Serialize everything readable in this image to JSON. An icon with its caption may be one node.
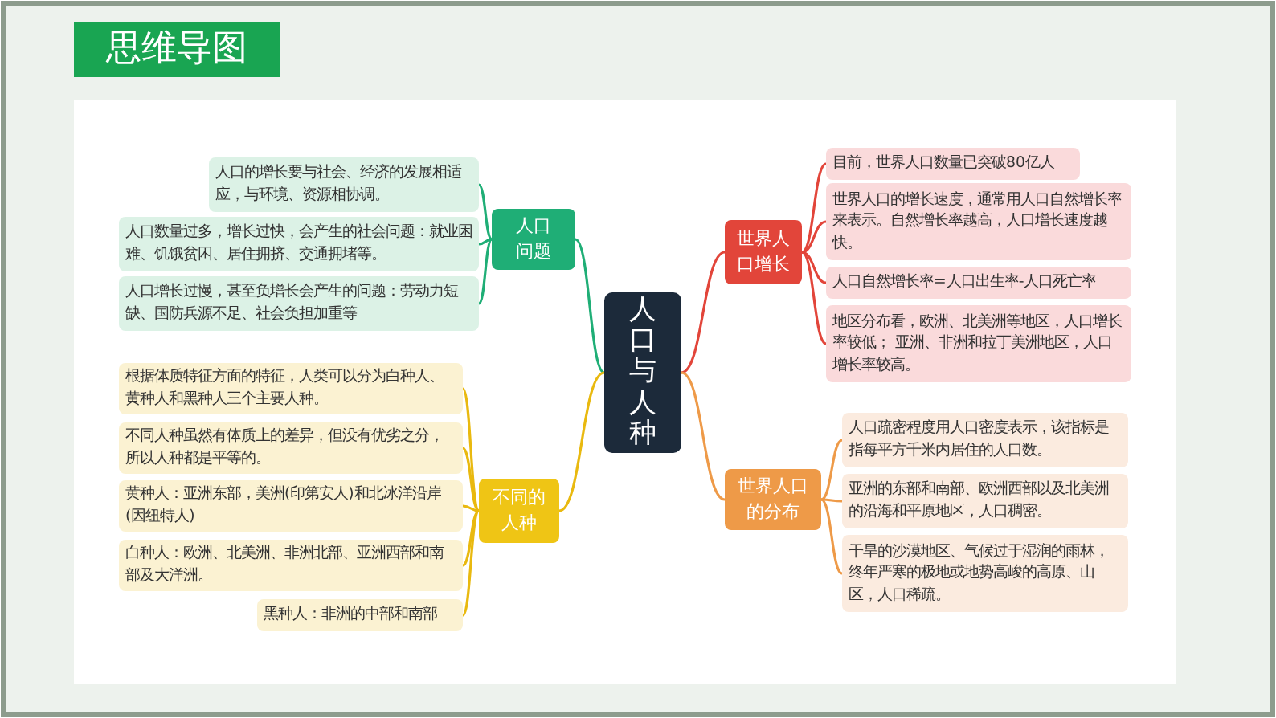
{
  "diagram": {
    "title": "思维导图",
    "nodes": [
      {
        "text": [
          "人口与人种"
        ]
      },
      {
        "text": [
          "人口问题"
        ]
      },
      {
        "text": [
          "人口的增长要与社会、经济的发展相适应，与环境、资源相协调。"
        ]
      },
      {
        "text": [
          "人口数量过多，增长过快，会产生的社会问题：就业困难、饥饿贫困、居住拥挤、交通拥堵等。"
        ]
      },
      {
        "text": [
          "人口增长过慢，甚至负增长会产生的问题：劳动力短缺、国防兵源不足、社会负担加重等"
        ]
      },
      {
        "text": [
          "不同的人种"
        ]
      },
      {
        "text": [
          "根据体质特征方面的特征，人类可以分为白种人、黄种人和黑种人三个主要人种。"
        ]
      },
      {
        "text": [
          "不同人种虽然有体质上的差异，但没有优劣之分，所以人种都是平等的。"
        ]
      },
      {
        "text": [
          "黄种人：亚洲东部，美洲(印第安人)和北冰洋沿岸(因纽特人)"
        ]
      },
      {
        "text": [
          "白种人：欧洲、北美洲、非洲北部、亚洲西部和南部及大洋洲。"
        ]
      },
      {
        "text": [
          "黑种人：非洲的中部和南部"
        ]
      },
      {
        "text": [
          "世界人口增长"
        ]
      },
      {
        "text": [
          "目前，世界人口数量已突破80亿人"
        ]
      },
      {
        "text": [
          "世界人口的增长速度，通常用人口自然增长率来表示。自然增长率越高，人口增长速度越快。"
        ]
      },
      {
        "text": [
          "人口自然增长率=人口出生率-人口死亡率"
        ]
      },
      {
        "text": [
          "地区分布看，欧洲、北美洲等地区，人口增长率较低； 亚洲、非洲和拉丁美洲地区，人口增长率较高。"
        ]
      },
      {
        "text": [
          "世界人口的分布"
        ]
      },
      {
        "text": [
          "人口疏密程度用人口密度表示，该指标是指每平方千米内居住的人口数。"
        ]
      },
      {
        "text": [
          "亚洲的东部和南部、欧洲西部以及北美洲的沿海和平原地区，人口稠密。"
        ]
      },
      {
        "text": [
          "干旱的沙漠地区、气候过于湿润的雨林，终年严寒的极地或地势高峻的高原、山区，人口稀疏。"
        ]
      }
    ],
    "edges": [
      {
        "from": 0,
        "to": 1,
        "arrow": "none",
        "color": "#1fae76"
      },
      {
        "from": 0,
        "to": 5,
        "arrow": "none",
        "color": "#e9b90f"
      },
      {
        "from": 0,
        "to": 11,
        "arrow": "none",
        "color": "#e2453a"
      },
      {
        "from": 0,
        "to": 16,
        "arrow": "none",
        "color": "#ee9a48"
      },
      {
        "from": 1,
        "to": 2,
        "arrow": "none",
        "color": "#1fae76"
      },
      {
        "from": 1,
        "to": 3,
        "arrow": "none",
        "color": "#1fae76"
      },
      {
        "from": 1,
        "to": 4,
        "arrow": "none",
        "color": "#1fae76"
      },
      {
        "from": 5,
        "to": 6,
        "arrow": "none",
        "color": "#e9b90f"
      },
      {
        "from": 5,
        "to": 7,
        "arrow": "none",
        "color": "#e9b90f"
      },
      {
        "from": 5,
        "to": 8,
        "arrow": "none",
        "color": "#e9b90f"
      },
      {
        "from": 5,
        "to": 9,
        "arrow": "none",
        "color": "#e9b90f"
      },
      {
        "from": 5,
        "to": 10,
        "arrow": "none",
        "color": "#e9b90f"
      },
      {
        "from": 11,
        "to": 12,
        "arrow": "none",
        "color": "#e2453a"
      },
      {
        "from": 11,
        "to": 13,
        "arrow": "none",
        "color": "#e2453a"
      },
      {
        "from": 11,
        "to": 14,
        "arrow": "none",
        "color": "#e2453a"
      },
      {
        "from": 11,
        "to": 15,
        "arrow": "none",
        "color": "#e2453a"
      },
      {
        "from": 16,
        "to": 17,
        "arrow": "none",
        "color": "#ee9a48"
      },
      {
        "from": 16,
        "to": 18,
        "arrow": "none",
        "color": "#ee9a48"
      },
      {
        "from": 16,
        "to": 19,
        "arrow": "none",
        "color": "#ee9a48"
      }
    ]
  }
}
